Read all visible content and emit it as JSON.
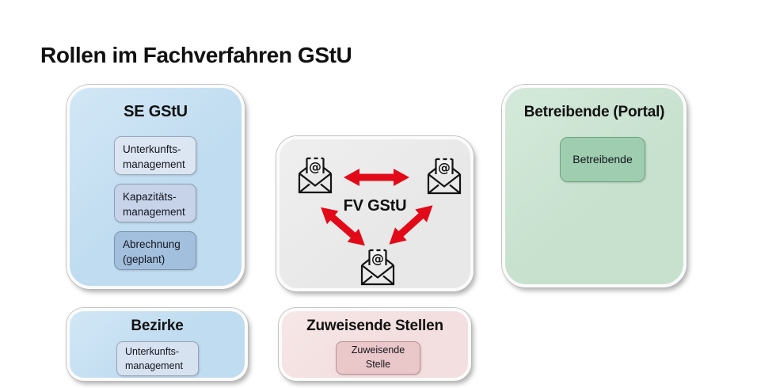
{
  "page_title": "Rollen im Fachverfahren GStU",
  "se_gstu": {
    "title": "SE GStU",
    "items": [
      "Unterkunfts-\nmanagement",
      "Kapazitäts-\nmanagement",
      "Abrechnung\n(geplant)"
    ]
  },
  "fv_gstu": {
    "title": "FV GStU",
    "icon": "email-at-icon",
    "icon_count": 3,
    "arrows": [
      "top-left-to-top-right",
      "center-to-bottom",
      "bottom-to-top-right"
    ]
  },
  "betreibende": {
    "title": "Betreibende (Portal)",
    "items": [
      "Betreibende"
    ]
  },
  "bezirke": {
    "title": "Bezirke",
    "items": [
      "Unterkunfts-\nmanagement"
    ]
  },
  "zuweisende": {
    "title": "Zuweisende Stellen",
    "items": [
      "Zuweisende\nStelle"
    ]
  },
  "colors": {
    "blue_box": "#c0dcf0",
    "blue_item1": "#dce6f2",
    "blue_item2": "#c6d3e8",
    "blue_item3": "#a2c0dd",
    "gray_box": "#e8e8e8",
    "green_box": "#c8e1cf",
    "green_item": "#9ecdaf",
    "pink_box": "#f3dfdf",
    "pink_item": "#eac8ca",
    "arrow_red": "#e20a18",
    "icon_stroke": "#141414",
    "title_text": "#111111"
  }
}
